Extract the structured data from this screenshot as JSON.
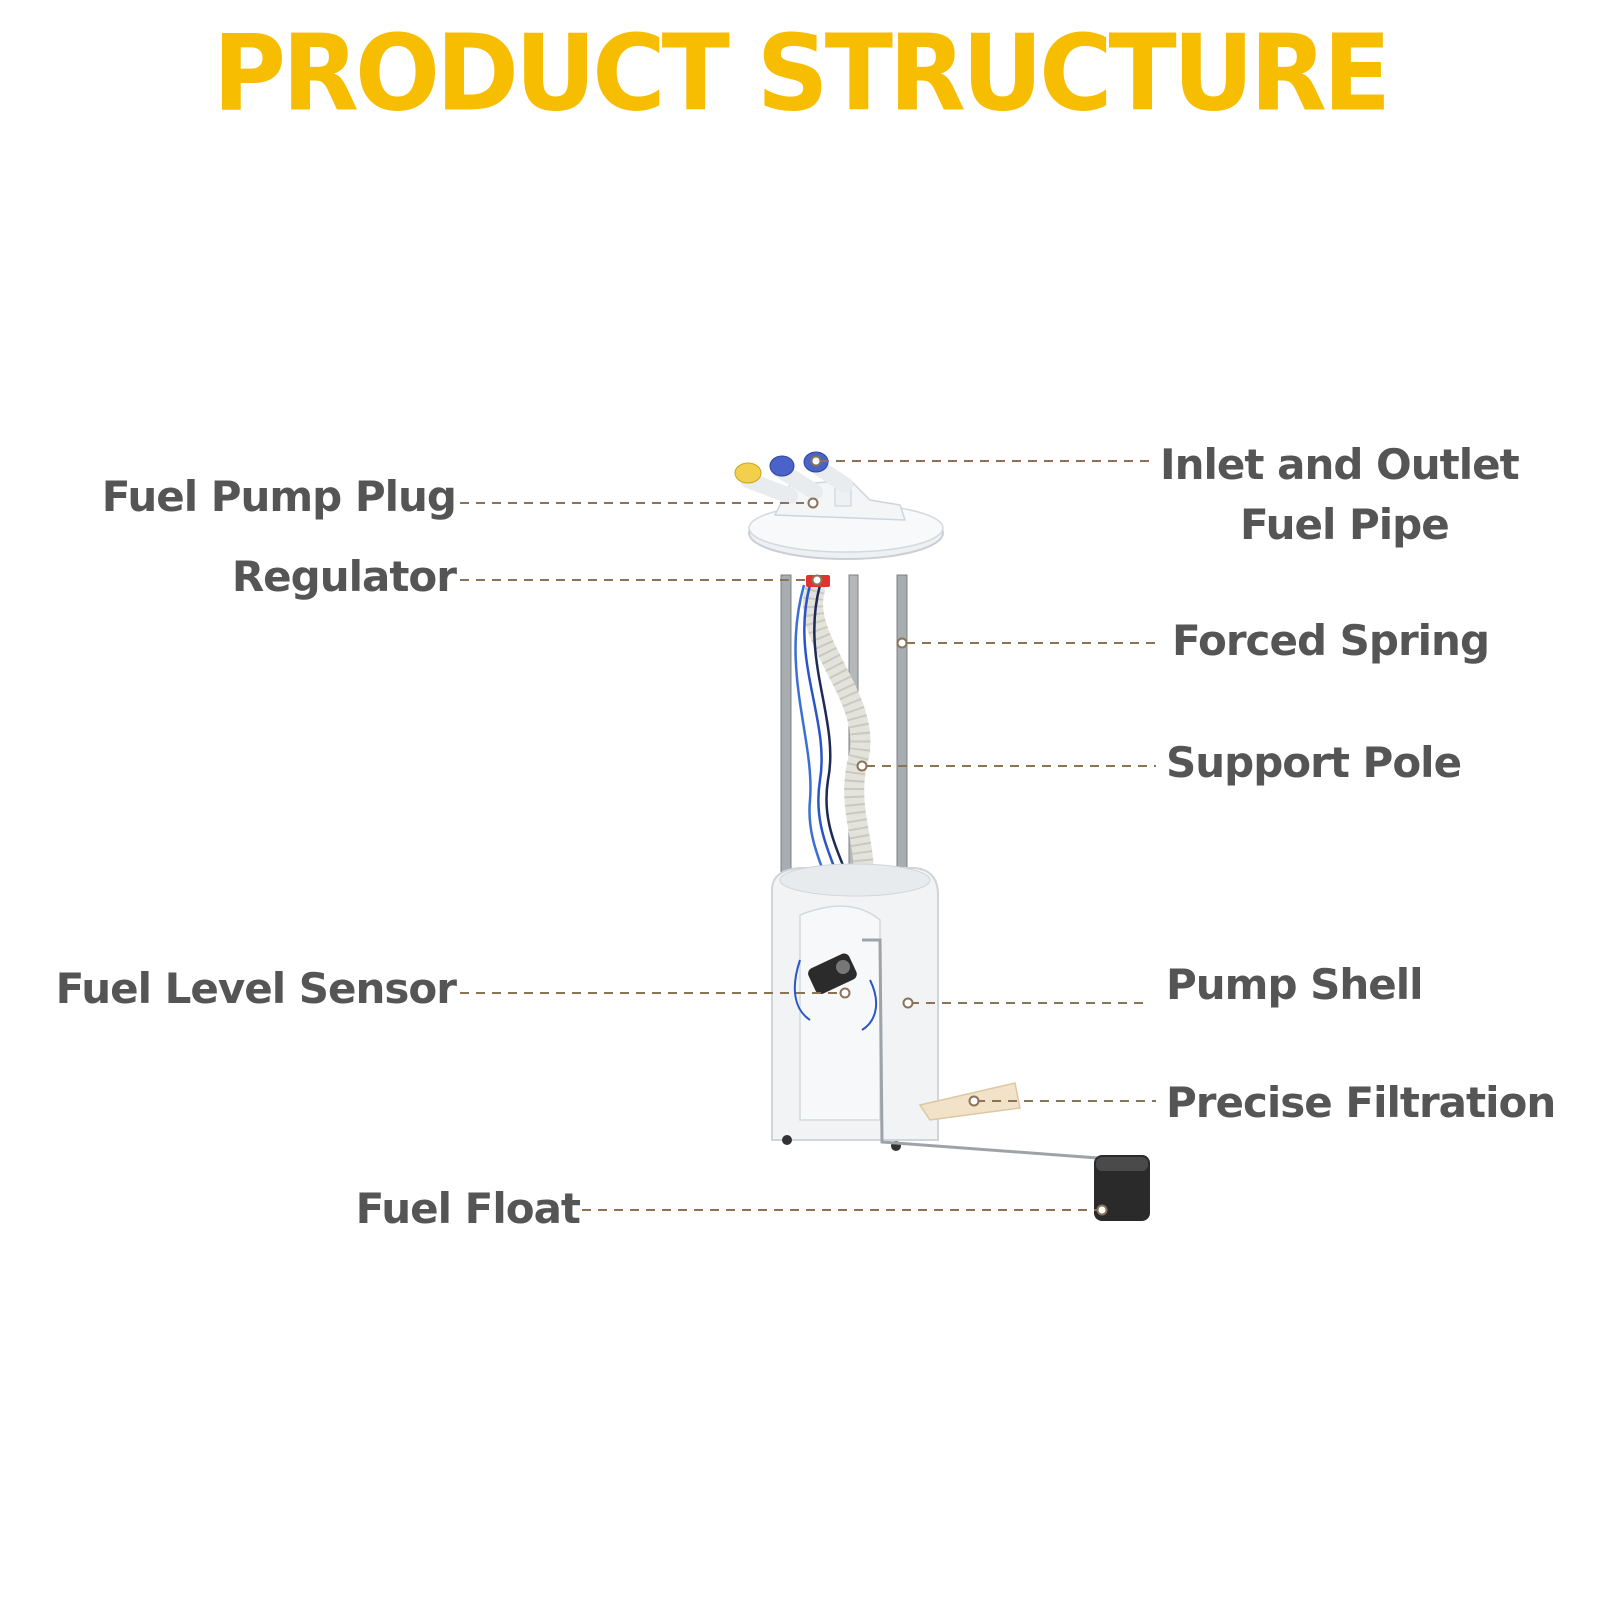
{
  "title": "PRODUCT STRUCTURE",
  "colors": {
    "title": "#f7bd00",
    "label_text": "#555555",
    "leader_line": "#8a7357",
    "background": "#ffffff"
  },
  "labels": {
    "fuel_pump_plug": "Fuel Pump Plug",
    "regulator": "Regulator",
    "fuel_level_sensor": "Fuel Level Sensor",
    "fuel_float": "Fuel Float",
    "inlet_outlet_line1": "Inlet and Outlet",
    "inlet_outlet_line2": "Fuel Pipe",
    "forced_spring": "Forced Spring",
    "support_pole": "Support Pole",
    "pump_shell": "Pump Shell",
    "precise_filtration": "Precise Filtration"
  }
}
